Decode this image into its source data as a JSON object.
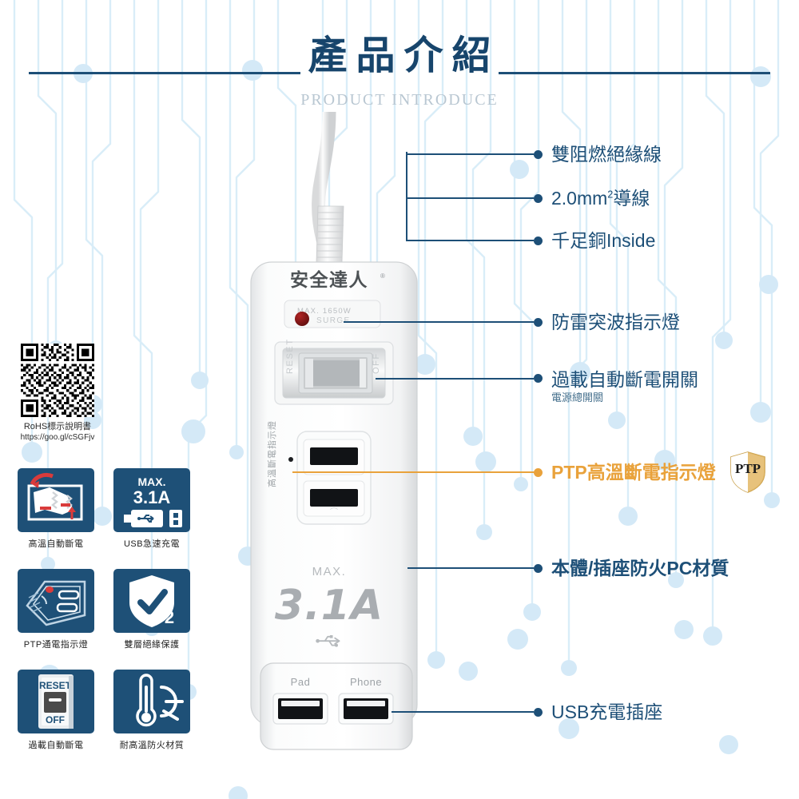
{
  "header": {
    "title_cn": "產品介紹",
    "title_en": "PRODUCT INTRODUCE",
    "rule_color": "#1d4f77"
  },
  "theme": {
    "navy": "#1d4f77",
    "deep_navy": "#17456c",
    "orange": "#e9a23b",
    "tile_blue": "#1e5077",
    "circuit_blue": "#d8ecf7"
  },
  "callouts": [
    {
      "id": "cord-insulation",
      "text": "雙阻燃絕緣線",
      "sub": "",
      "color": "navy",
      "bold": false
    },
    {
      "id": "wire-gauge",
      "text": "2.0mm",
      "sup": "2",
      "text_after": "導線",
      "sub": "",
      "color": "navy",
      "bold": false
    },
    {
      "id": "copper-inside",
      "text": "千足銅Inside",
      "sub": "",
      "color": "navy",
      "bold": false
    },
    {
      "id": "surge-indicator",
      "text": "防雷突波指示燈",
      "sub": "",
      "color": "navy",
      "bold": false
    },
    {
      "id": "overload-switch",
      "text": "過載自動斷電開關",
      "sub": "電源總開關",
      "color": "navy",
      "bold": false
    },
    {
      "id": "ptp-thermal-indicator",
      "text": "PTP高溫斷電指示燈",
      "sub": "",
      "color": "orange",
      "bold": true
    },
    {
      "id": "fireproof-pc",
      "text": "本體/插座防火PC材質",
      "sub": "",
      "color": "navy",
      "bold": true
    },
    {
      "id": "usb-socket",
      "text": "USB充電插座",
      "sub": "",
      "color": "navy",
      "bold": false
    }
  ],
  "ptp_badge": {
    "label": "PTP"
  },
  "qr": {
    "caption": "RoHS標示說明書",
    "url": "https://goo.gl/cSGFjv"
  },
  "feature_icons": [
    {
      "id": "thermal-cutoff",
      "caption": "高溫自動斷電",
      "icon": "thermal-cutoff-icon"
    },
    {
      "id": "usb-fast-charge",
      "caption": "USB急速充電",
      "icon": "usb-plug-icon",
      "max_label": "MAX.",
      "amp_label": "3.1A"
    },
    {
      "id": "ptp-power-indicator",
      "caption": "PTP通電指示燈",
      "icon": "socket-indicator-icon"
    },
    {
      "id": "double-insulation",
      "caption": "雙層絕緣保護",
      "icon": "shield-check-icon",
      "badge": "2"
    },
    {
      "id": "overload-cutoff",
      "caption": "過載自動斷電",
      "icon": "reset-off-switch-icon",
      "reset_label": "RESET",
      "off_label": "OFF"
    },
    {
      "id": "heat-fireproof",
      "caption": "耐高溫防火材質",
      "icon": "thermometer-sun-icon"
    }
  ],
  "product": {
    "brand": "安全達人",
    "brand_mark": "®",
    "surge_rating": "MAX.  1650W",
    "surge_label": "SURGE",
    "switch_reset": "RESET",
    "switch_off": "OFF",
    "side_text": "高溫斷電指示燈",
    "max_label": "MAX.",
    "amp_label": "3.1A",
    "usb_port_left": "Pad",
    "usb_port_right": "Phone"
  }
}
